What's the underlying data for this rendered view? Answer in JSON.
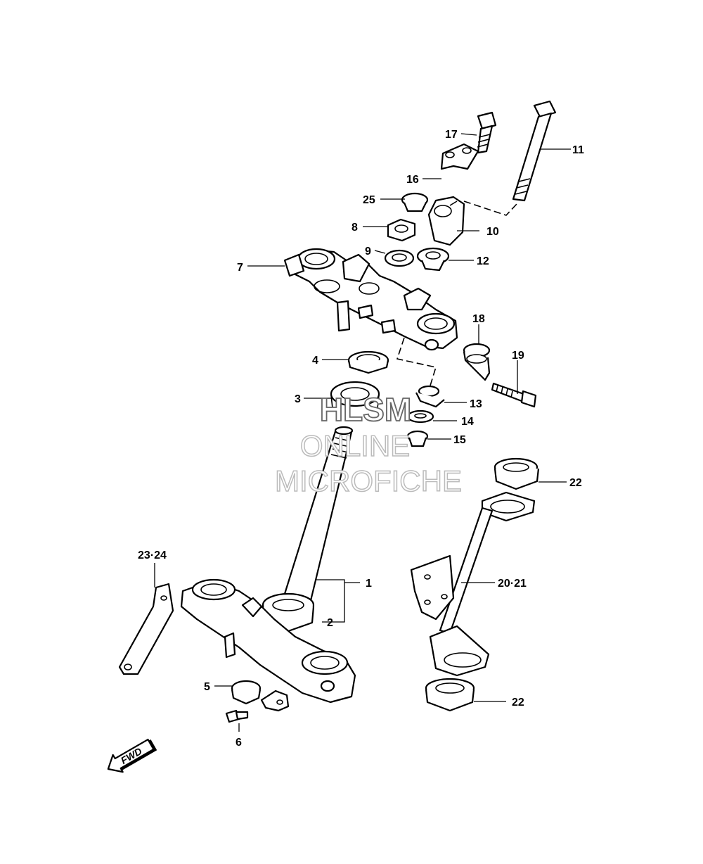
{
  "labels": {
    "p1": "1",
    "p2": "2",
    "p3": "3",
    "p4": "4",
    "p5": "5",
    "p6": "6",
    "p7": "7",
    "p8": "8",
    "p9": "9",
    "p10": "10",
    "p11": "11",
    "p12": "12",
    "p13": "13",
    "p14": "14",
    "p15": "15",
    "p16": "16",
    "p17": "17",
    "p18": "18",
    "p19": "19",
    "p20_21": "20·21",
    "p22a": "22",
    "p22b": "22",
    "p23_24": "23·24",
    "p25": "25"
  },
  "fwd": "FWD",
  "watermark": {
    "line1": "HLSM",
    "line2": "ONLINE",
    "line3": "MICROFICHE"
  }
}
